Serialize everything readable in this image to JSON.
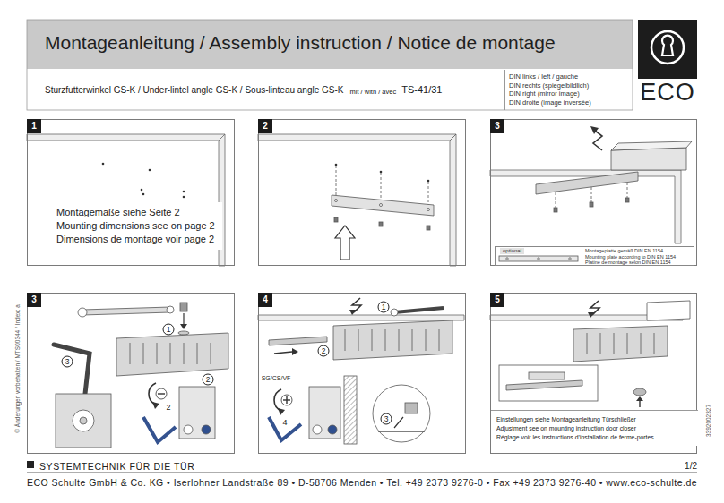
{
  "diagram": {
    "title": "Montageanleitung / Assembly instruction / Notice de montage",
    "nodes": [
      {
        "text": [
          "DIN links / left / gauche",
          "DIN rechts (spiegelbildlich)",
          "DIN right (mirror image)",
          "DIN droite (image inversée)"
        ]
      },
      {
        "text": [
          "ECO"
        ]
      },
      {
        "text": [
          "1"
        ]
      },
      {
        "text": [
          "Montagemaße siehe Seite 2",
          "Mounting dimensions see on page 2",
          "Dimensions de montage voir page 2"
        ],
        "in": 2
      },
      {
        "text": [
          "2"
        ]
      },
      {
        "text": [
          "3"
        ]
      },
      {
        "text": [
          "optional",
          "Montageplatte gemäß DIN EN 1154",
          "Mounting plate according to DIN EN 1154",
          "Platine de montage selon DIN EN 1154"
        ],
        "in": 5
      },
      {
        "text": [
          "3"
        ]
      },
      {
        "text": [
          "4"
        ]
      },
      {
        "text": [
          "5"
        ]
      },
      {
        "text": [
          "Einstellungen siehe Montageanleitung Türschließer",
          "Adjustment see on mounting instruction door closer",
          "Réglage voir les instructions d’installation de ferme-portes"
        ],
        "in": 9
      }
    ],
    "labels": [
      "Sturzfutterwinkel GS-K / Under-lintel angle GS-K / Sous-linteau angle GS-K",
      "mit / with / avec",
      "TS-41/31",
      "1",
      "3",
      "2",
      "2",
      "1",
      "2",
      "SG/CS/VF",
      "4",
      "3",
      "© Änderungen vorbehalten / MTS00344 / Index: a",
      "3392002327",
      "SYSTEMTECHNIK FÜR DIE TÜR",
      "1/2",
      "ECO Schulte GmbH & Co. KG • Iserlohner Landstraße 89 • D-58706 Menden • Tel. +49 2373 9276-0 • Fax +49 2373 9276-40 • www.eco-schulte.de"
    ]
  }
}
